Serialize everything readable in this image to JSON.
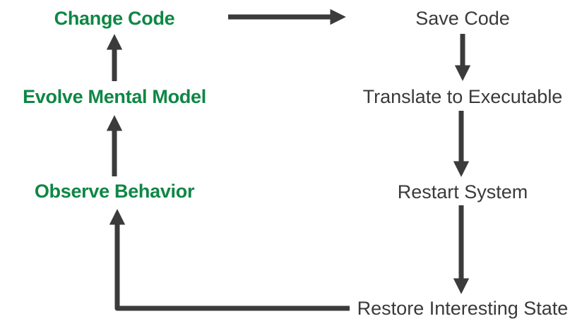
{
  "diagram": {
    "title_hint": "edit-compile-run feedback loop",
    "colors": {
      "background": "#ffffff",
      "left_text": "#0e8745",
      "right_text": "#3a3a3a",
      "arrow": "#3b3b3b"
    },
    "left_nodes": [
      {
        "id": "change-code",
        "label": "Change Code"
      },
      {
        "id": "evolve-mental-model",
        "label": "Evolve Mental Model"
      },
      {
        "id": "observe-behavior",
        "label": "Observe Behavior"
      }
    ],
    "right_nodes": [
      {
        "id": "save-code",
        "label": "Save Code"
      },
      {
        "id": "translate-to-executable",
        "label": "Translate to Executable"
      },
      {
        "id": "restart-system",
        "label": "Restart System"
      },
      {
        "id": "restore-interesting-state",
        "label": "Restore Interesting State"
      }
    ],
    "edges": [
      {
        "from": "change-code",
        "to": "save-code"
      },
      {
        "from": "save-code",
        "to": "translate-to-executable"
      },
      {
        "from": "translate-to-executable",
        "to": "restart-system"
      },
      {
        "from": "restart-system",
        "to": "restore-interesting-state"
      },
      {
        "from": "restore-interesting-state",
        "to": "observe-behavior"
      },
      {
        "from": "observe-behavior",
        "to": "evolve-mental-model"
      },
      {
        "from": "evolve-mental-model",
        "to": "change-code"
      }
    ]
  }
}
